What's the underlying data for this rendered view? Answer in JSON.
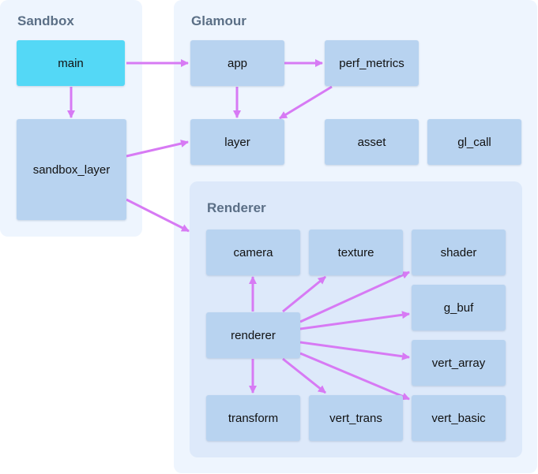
{
  "groups": {
    "sandbox": {
      "title": "Sandbox"
    },
    "glamour": {
      "title": "Glamour"
    },
    "renderer": {
      "title": "Renderer"
    }
  },
  "nodes": {
    "main": "main",
    "sandbox_layer": "sandbox_layer",
    "app": "app",
    "perf_metrics": "perf_metrics",
    "layer": "layer",
    "asset": "asset",
    "gl_call": "gl_call",
    "camera": "camera",
    "texture": "texture",
    "shader": "shader",
    "g_buf": "g_buf",
    "renderer": "renderer",
    "vert_array": "vert_array",
    "transform": "transform",
    "vert_trans": "vert_trans",
    "vert_basic": "vert_basic"
  },
  "edges": [
    [
      "main",
      "sandbox_layer"
    ],
    [
      "main",
      "app"
    ],
    [
      "app",
      "perf_metrics"
    ],
    [
      "app",
      "layer"
    ],
    [
      "perf_metrics",
      "layer"
    ],
    [
      "sandbox_layer",
      "layer"
    ],
    [
      "sandbox_layer",
      "renderer_group"
    ],
    [
      "renderer",
      "camera"
    ],
    [
      "renderer",
      "texture"
    ],
    [
      "renderer",
      "shader"
    ],
    [
      "renderer",
      "g_buf"
    ],
    [
      "renderer",
      "vert_array"
    ],
    [
      "renderer",
      "transform"
    ],
    [
      "renderer",
      "vert_trans"
    ],
    [
      "renderer",
      "vert_basic"
    ]
  ],
  "colors": {
    "edge": "#d77af4",
    "node": "#b8d3f0",
    "node_highlight": "#54d8f6",
    "group_bg": "#eef5fe",
    "subgroup_bg": "#dde9fa",
    "group_title": "#5b6f86"
  }
}
